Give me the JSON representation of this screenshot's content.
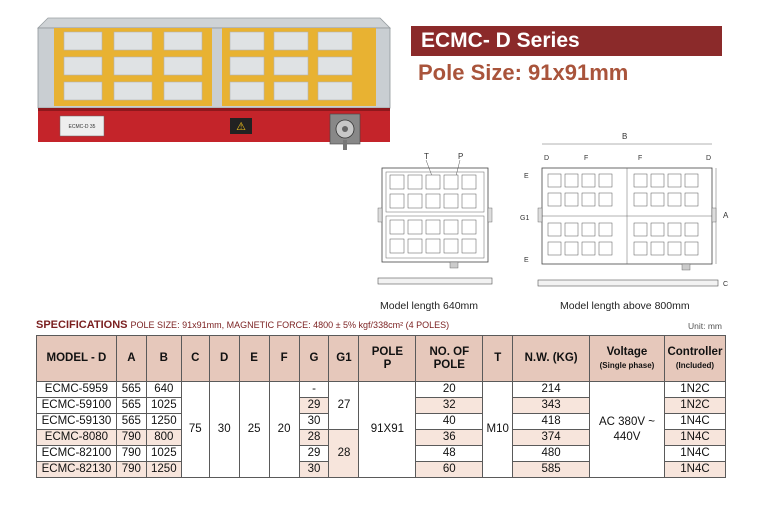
{
  "header": {
    "series_title": "ECMC- D Series",
    "pole_size": "Pole Size: 91x91mm"
  },
  "product": {
    "label_left": "ECMC-D 35",
    "warning": "⚠"
  },
  "diagrams": {
    "left_labels": {
      "t": "T",
      "p": "P"
    },
    "left_caption": "Model length 640mm",
    "right_labels": {
      "b": "B",
      "d": "D",
      "f": "F",
      "e": "E",
      "g1": "G1",
      "a": "A",
      "c": "C"
    },
    "right_caption": "Model length above 800mm"
  },
  "specs": {
    "title": "SPECIFICATIONS",
    "subtitle": "POLE SIZE: 91x91mm,  MAGNETIC FORCE: 4800 ± 5% kgf/338cm² (4 POLES)",
    "unit": "Unit: mm",
    "headers": {
      "model": "MODEL - D",
      "a": "A",
      "b": "B",
      "c": "C",
      "d": "D",
      "e": "E",
      "f": "F",
      "g": "G",
      "g1": "G1",
      "pole_line1": "POLE",
      "pole_line2": "P",
      "no_line1": "NO. OF",
      "no_line2": "POLE",
      "t": "T",
      "nw": "N.W. (KG)",
      "voltage": "Voltage",
      "voltage_sub": "(Single phase)",
      "controller": "Controller",
      "controller_sub": "(Included)"
    },
    "rows": [
      {
        "model": "ECMC-5959",
        "a": "565",
        "b": "640",
        "g": "-",
        "no_pole": "20",
        "nw": "214",
        "controller": "1N2C"
      },
      {
        "model": "ECMC-59100",
        "a": "565",
        "b": "1025",
        "g": "29",
        "no_pole": "32",
        "nw": "343",
        "controller": "1N2C"
      },
      {
        "model": "ECMC-59130",
        "a": "565",
        "b": "1250",
        "g": "30",
        "no_pole": "40",
        "nw": "418",
        "controller": "1N4C"
      },
      {
        "model": "ECMC-8080",
        "a": "790",
        "b": "800",
        "g": "28",
        "no_pole": "36",
        "nw": "374",
        "controller": "1N4C"
      },
      {
        "model": "ECMC-82100",
        "a": "790",
        "b": "1025",
        "g": "29",
        "no_pole": "48",
        "nw": "480",
        "controller": "1N4C"
      },
      {
        "model": "ECMC-82130",
        "a": "790",
        "b": "1250",
        "g": "30",
        "no_pole": "60",
        "nw": "585",
        "controller": "1N4C"
      }
    ],
    "merged": {
      "c": "75",
      "d": "30",
      "e": "25",
      "f": "20",
      "g1_top": "27",
      "g1_bottom": "28",
      "pole": "91X91",
      "t": "M10",
      "voltage_line1": "AC 380V ~",
      "voltage_line2": "440V"
    }
  }
}
